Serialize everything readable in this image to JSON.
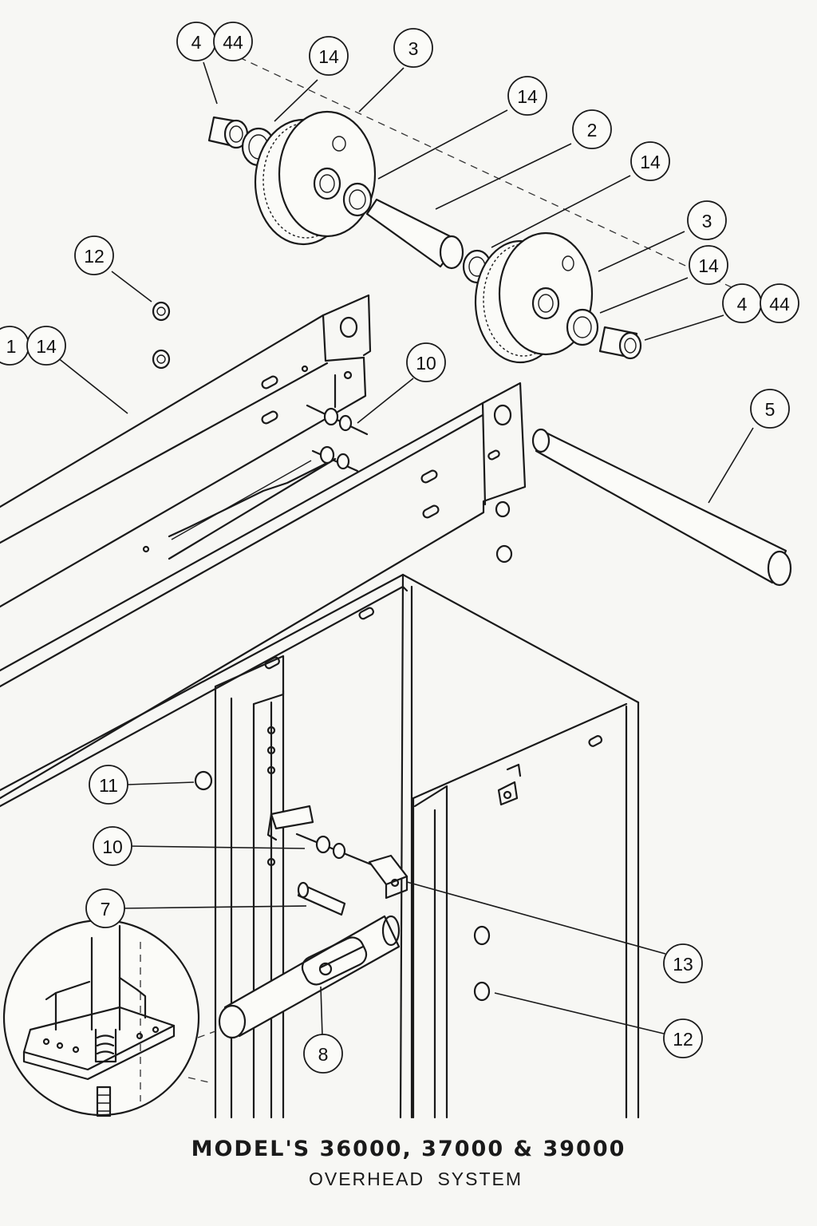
{
  "title": {
    "line1": "MODEL'S 36000, 37000 & 39000",
    "line2": "OVERHEAD  SYSTEM"
  },
  "callouts": {
    "c4_top": "4",
    "c44_top": "44",
    "c14_a": "14",
    "c3_top": "3",
    "c14_b": "14",
    "c2": "2",
    "c14_c": "14",
    "c3_right": "3",
    "c14_d": "14",
    "c4_right": "4",
    "c44_right": "44",
    "c12_top": "12",
    "c1": "1",
    "c14_left": "14",
    "c10_top": "10",
    "c5": "5",
    "c11": "11",
    "c10_mid": "10",
    "c7": "7",
    "c13": "13",
    "c8": "8",
    "c12_bottom": "12"
  }
}
